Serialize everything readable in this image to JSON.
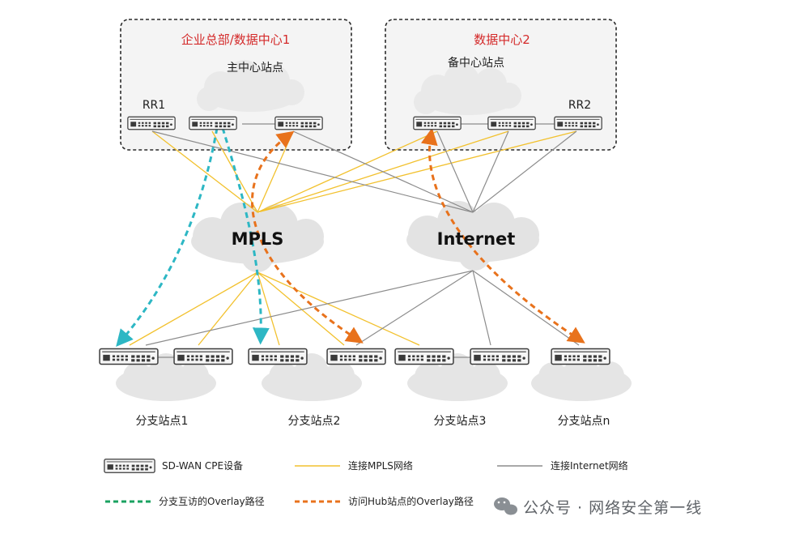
{
  "datacenters": {
    "dc1": {
      "title": "企业总部/数据中心1",
      "site": "主中心站点",
      "rr": "RR1"
    },
    "dc2": {
      "title": "数据中心2",
      "site": "备中心站点",
      "rr": "RR2"
    }
  },
  "networks": {
    "mpls": "MPLS",
    "internet": "Internet"
  },
  "branches": [
    "分支站点1",
    "分支站点2",
    "分支站点3",
    "分支站点n"
  ],
  "legend": {
    "cpe": "SD-WAN CPE设备",
    "mpls_line": "连接MPLS网络",
    "internet_line": "连接Internet网络",
    "branch_overlay": "分支互访的Overlay路径",
    "hub_overlay": "访问Hub站点的Overlay路径"
  },
  "watermark": "公众号 · 网络安全第一线",
  "colors": {
    "mpls_line": "#f2c12e",
    "internet_line": "#8c8c8c",
    "branch_overlay": "#2db7c4",
    "hub_overlay": "#e8721c",
    "legend_branch_overlay": "#1aa260",
    "title": "#d42a2a",
    "cloud": "#e7e7e7"
  }
}
